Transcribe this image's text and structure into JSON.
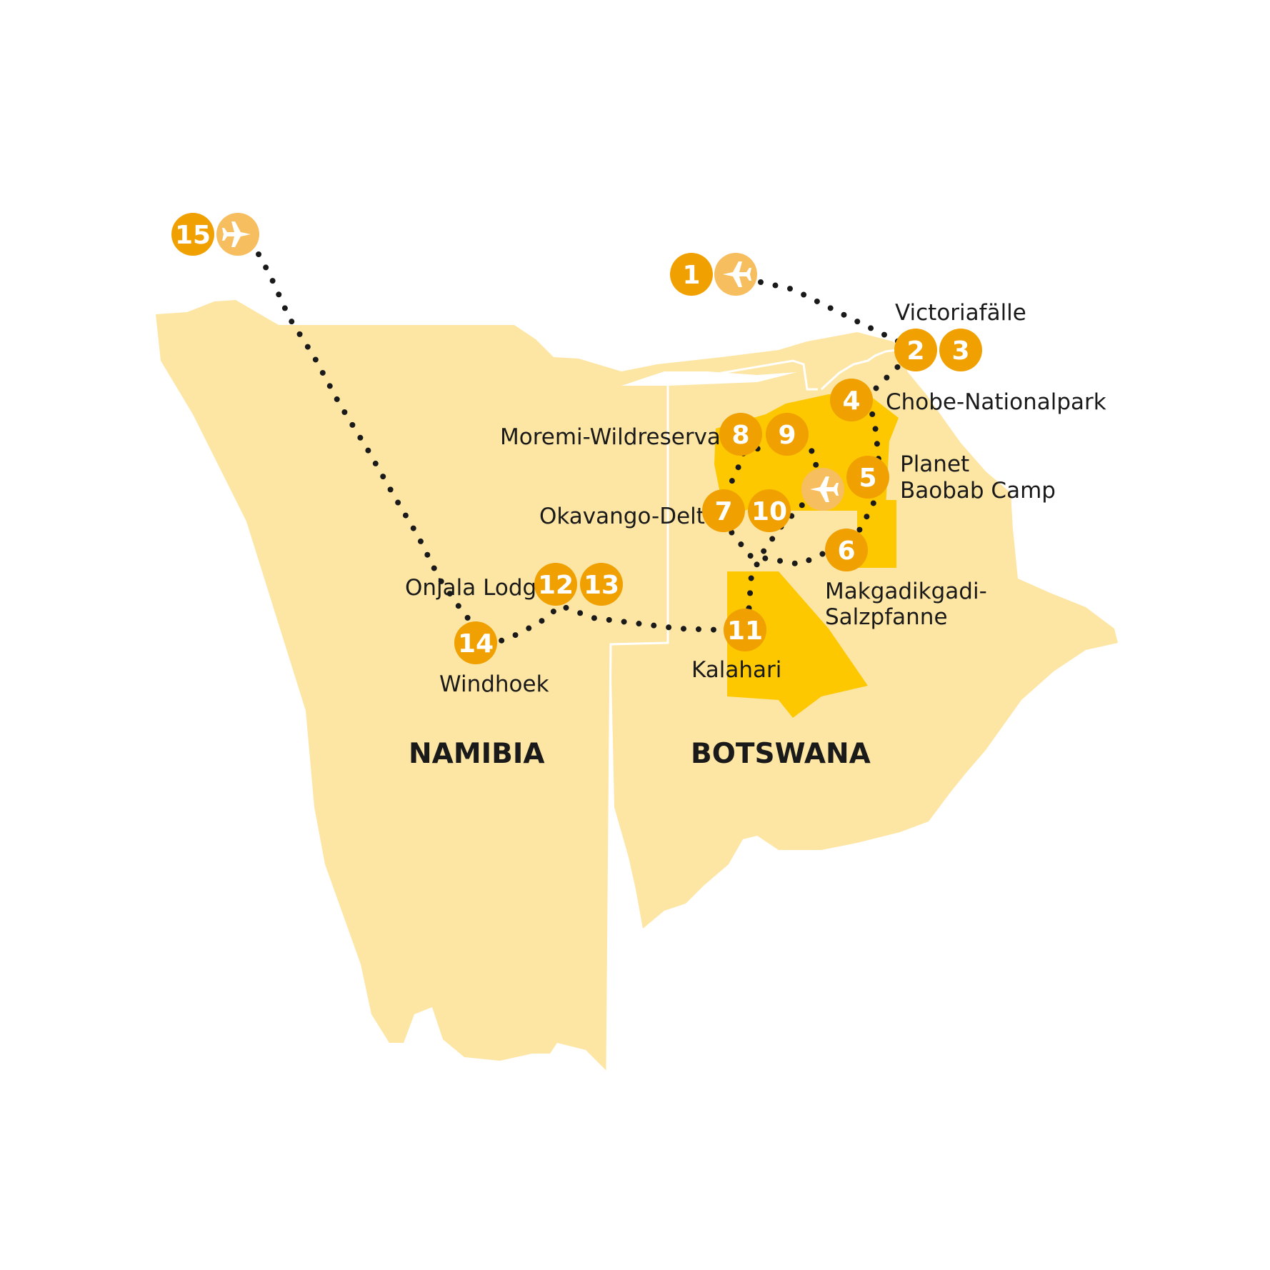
{
  "colors": {
    "land": "#fde5a3",
    "park": "#fdc800",
    "marker": "#f0a000",
    "flight_marker": "#f7be5f",
    "route": "#1a1a1a",
    "border": "#ffffff"
  },
  "countries": [
    {
      "id": "namibia",
      "name": "NAMIBIA"
    },
    {
      "id": "botswana",
      "name": "BOTSWANA"
    }
  ],
  "places": [
    {
      "id": "victoriafaelle",
      "lines": [
        "Victoriafälle"
      ]
    },
    {
      "id": "chobe",
      "lines": [
        "Chobe-Nationalpark"
      ]
    },
    {
      "id": "moremi",
      "lines": [
        "Moremi-Wildreservat"
      ]
    },
    {
      "id": "planet-baobab",
      "lines": [
        "Planet",
        "Baobab Camp"
      ]
    },
    {
      "id": "okavango",
      "lines": [
        "Okavango-Delta"
      ]
    },
    {
      "id": "makgadikgadi",
      "lines": [
        "Makgadikgadi-",
        "Salzpfanne"
      ]
    },
    {
      "id": "onjala",
      "lines": [
        "Onjala Lodge"
      ]
    },
    {
      "id": "kalahari",
      "lines": [
        "Kalahari"
      ]
    },
    {
      "id": "windhoek",
      "lines": [
        "Windhoek"
      ]
    }
  ],
  "stops": [
    "1",
    "2",
    "3",
    "4",
    "5",
    "6",
    "7",
    "8",
    "9",
    "10",
    "11",
    "12",
    "13",
    "14",
    "15"
  ],
  "icons": {
    "flight": "airplane-icon"
  }
}
